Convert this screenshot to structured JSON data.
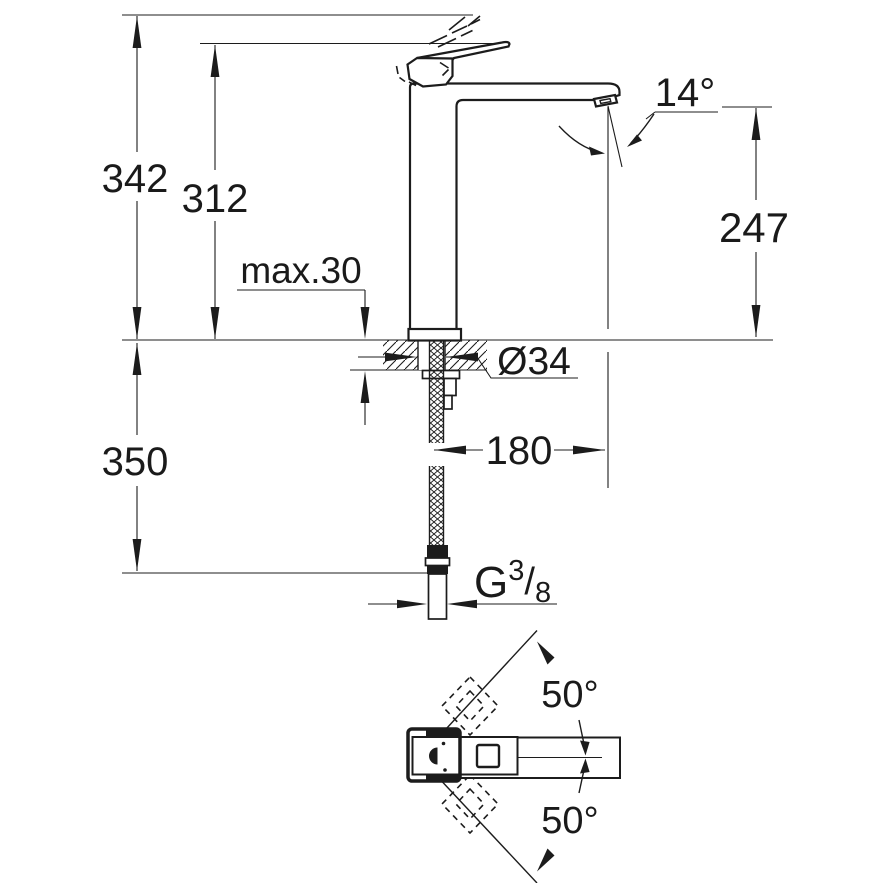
{
  "title": "Faucet dimensional installation drawing",
  "drawing": {
    "views": {
      "side": "side elevation",
      "plan": "plan view"
    },
    "units": "mm",
    "line_color": "#1c1c1c",
    "background": "#ffffff",
    "labels": {
      "overall_height": "342",
      "lever_height": "312",
      "max_deck_thickness": "max.30",
      "below_deck_length": "350",
      "hole_diameter": "Ø34",
      "spout_reach": "180",
      "spout_outlet_height": "247",
      "spout_angle": "14°",
      "thread": {
        "g": "G",
        "num": "3",
        "slash": "/",
        "den": "8"
      },
      "swivel_upper": "50°",
      "swivel_lower": "50°"
    }
  }
}
